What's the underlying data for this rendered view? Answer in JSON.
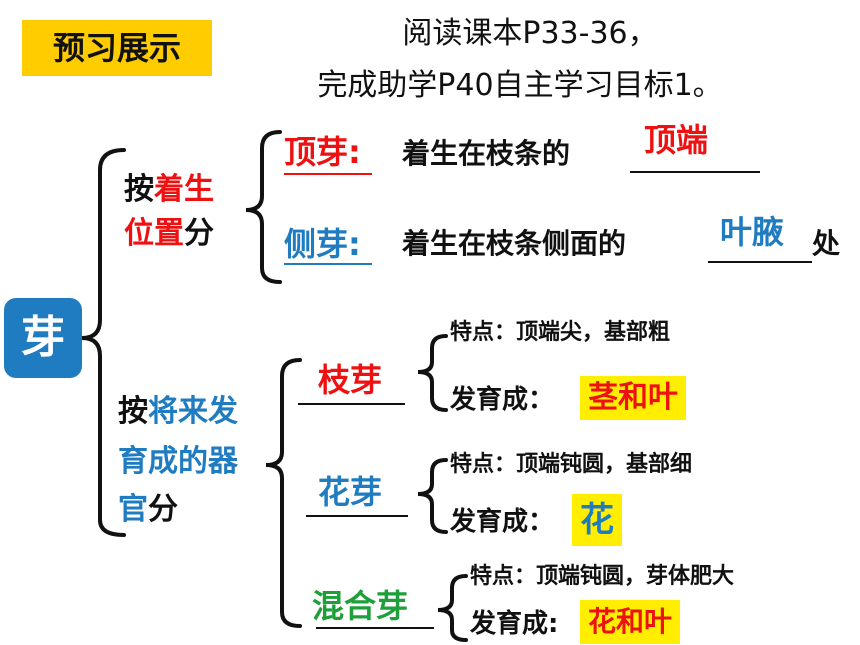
{
  "badge": "预习展示",
  "instructions": [
    "阅读课本P33-36，",
    "完成助学P40自主学习目标1。"
  ],
  "root": "芽",
  "by_position": {
    "label_prefix": "按",
    "label_hl1": "着生",
    "label_hl2": "位置",
    "label_suffix": "分",
    "terminal": {
      "name": "顶芽:",
      "desc": "着生在枝条的",
      "answer": "顶端",
      "after": ""
    },
    "lateral": {
      "name": "侧芽:",
      "desc": "着生在枝条侧面的",
      "answer": "叶腋",
      "after": "处"
    }
  },
  "by_organ": {
    "label_line1_prefix": "按",
    "label_line1_hl": "将来发",
    "label_line2_hl": "育成的器",
    "label_line3_hl": "官",
    "label_line3_suffix": "分",
    "branch": {
      "name": "枝芽",
      "feature": "特点：顶端尖，基部粗",
      "develop_label": "发育成：",
      "develop_value": "茎和叶"
    },
    "flower": {
      "name": "花芽",
      "feature": "特点：顶端钝圆，基部细",
      "develop_label": "发育成：",
      "develop_value": "花"
    },
    "mixed": {
      "name": "混合芽",
      "feature": "特点：顶端钝圆，芽体肥大",
      "develop_label": "发育成:",
      "develop_value": "花和叶"
    }
  },
  "colors": {
    "badge_bg": "#ffcc00",
    "root_bg": "#1f7cc0",
    "red": "#ee1111",
    "blue": "#1f7cc0",
    "green": "#1e9f3a",
    "highlight": "#ffee00"
  }
}
